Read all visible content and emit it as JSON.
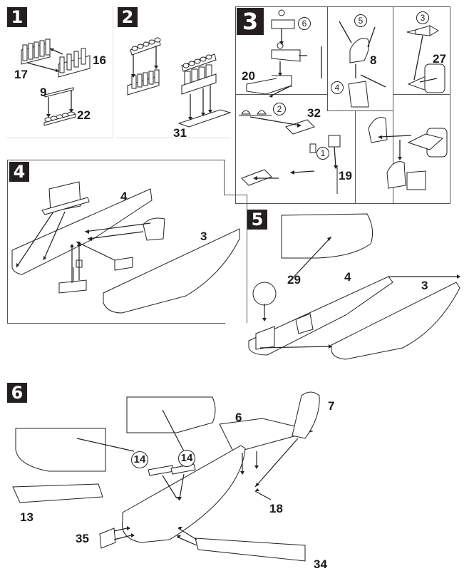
{
  "document": {
    "type": "model kit assembly instructions",
    "colors": {
      "badge_bg": "#231f20",
      "badge_text": "#ffffff",
      "line": "#222222",
      "panel_border": "#555555"
    }
  },
  "steps": [
    {
      "number": "1",
      "parts": [
        "17",
        "16",
        "9",
        "22"
      ]
    },
    {
      "number": "2",
      "parts": [
        "31"
      ]
    },
    {
      "number": "3",
      "parts": [
        "20",
        "8",
        "27",
        "32",
        "19"
      ],
      "sub_steps": [
        "6",
        "5",
        "3",
        "4",
        "2",
        "1"
      ]
    },
    {
      "number": "4",
      "parts": [
        "4",
        "3"
      ]
    },
    {
      "number": "5",
      "parts": [
        "29",
        "4",
        "3"
      ]
    },
    {
      "number": "6",
      "parts": [
        "7",
        "6",
        "18",
        "13",
        "35",
        "34"
      ],
      "callouts": [
        "14",
        "14"
      ]
    }
  ]
}
